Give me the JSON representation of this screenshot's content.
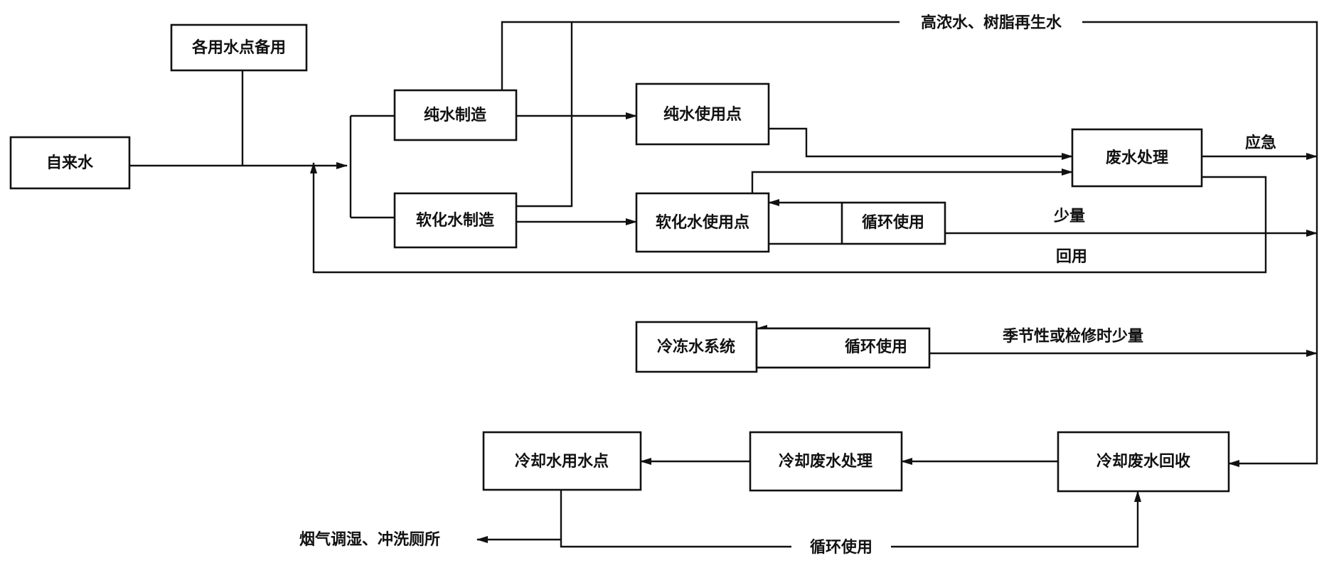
{
  "nodes": {
    "tap_water": "自来水",
    "standby_water": "各用水点备用",
    "pure_water_production": "纯水制造",
    "softened_water_production": "软化水制造",
    "pure_water_use": "纯水使用点",
    "softened_water_use": "软化水使用点",
    "recycle_soft": "循环使用",
    "wastewater_treatment": "废水处理",
    "chilled_water_system": "冷冻水系统",
    "recycle_chilled": "循环使用",
    "cooling_water_use": "冷却水用水点",
    "cooling_wastewater_treatment": "冷却废水处理",
    "cooling_wastewater_recovery": "冷却废水回收"
  },
  "labels": {
    "concentrate_regen": "高浓水、树脂再生水",
    "emergency": "应急",
    "small_amount": "少量",
    "reuse": "回用",
    "seasonal_small": "季节性或检修时少量",
    "flue_toilet": "烟气调湿、冲洗厕所",
    "recycle_bottom": "循环使用"
  },
  "colors": {
    "line": "#111111",
    "background": "#ffffff"
  }
}
